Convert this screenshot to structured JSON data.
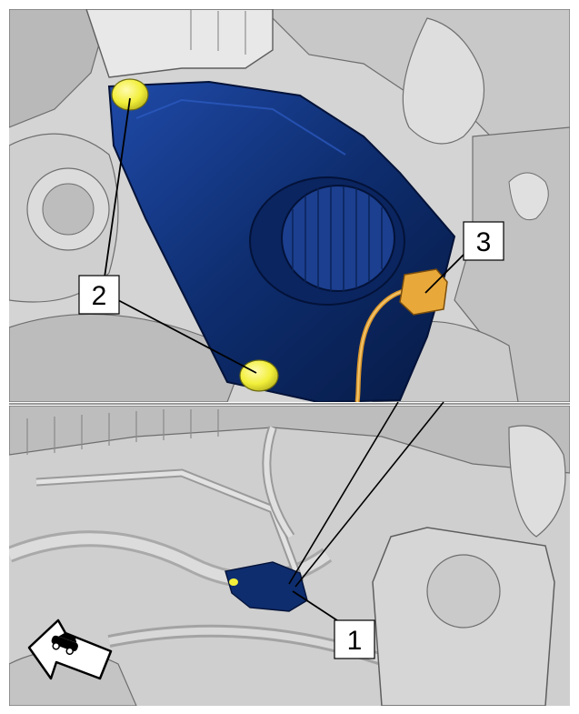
{
  "callouts": [
    {
      "id": "1",
      "label": "1"
    },
    {
      "id": "2",
      "label": "2"
    },
    {
      "id": "3",
      "label": "3"
    }
  ],
  "icons": {
    "direction_arrow": "forward-direction-arrow-icon",
    "vehicle": "car-icon"
  },
  "colors": {
    "component_blue": "#0e2d6e",
    "connector_orange": "#e8a93a",
    "fastener_yellow": "#f2ef3a",
    "engine_gray": "#c4c4c4",
    "background_gray": "#d9d9d9"
  }
}
